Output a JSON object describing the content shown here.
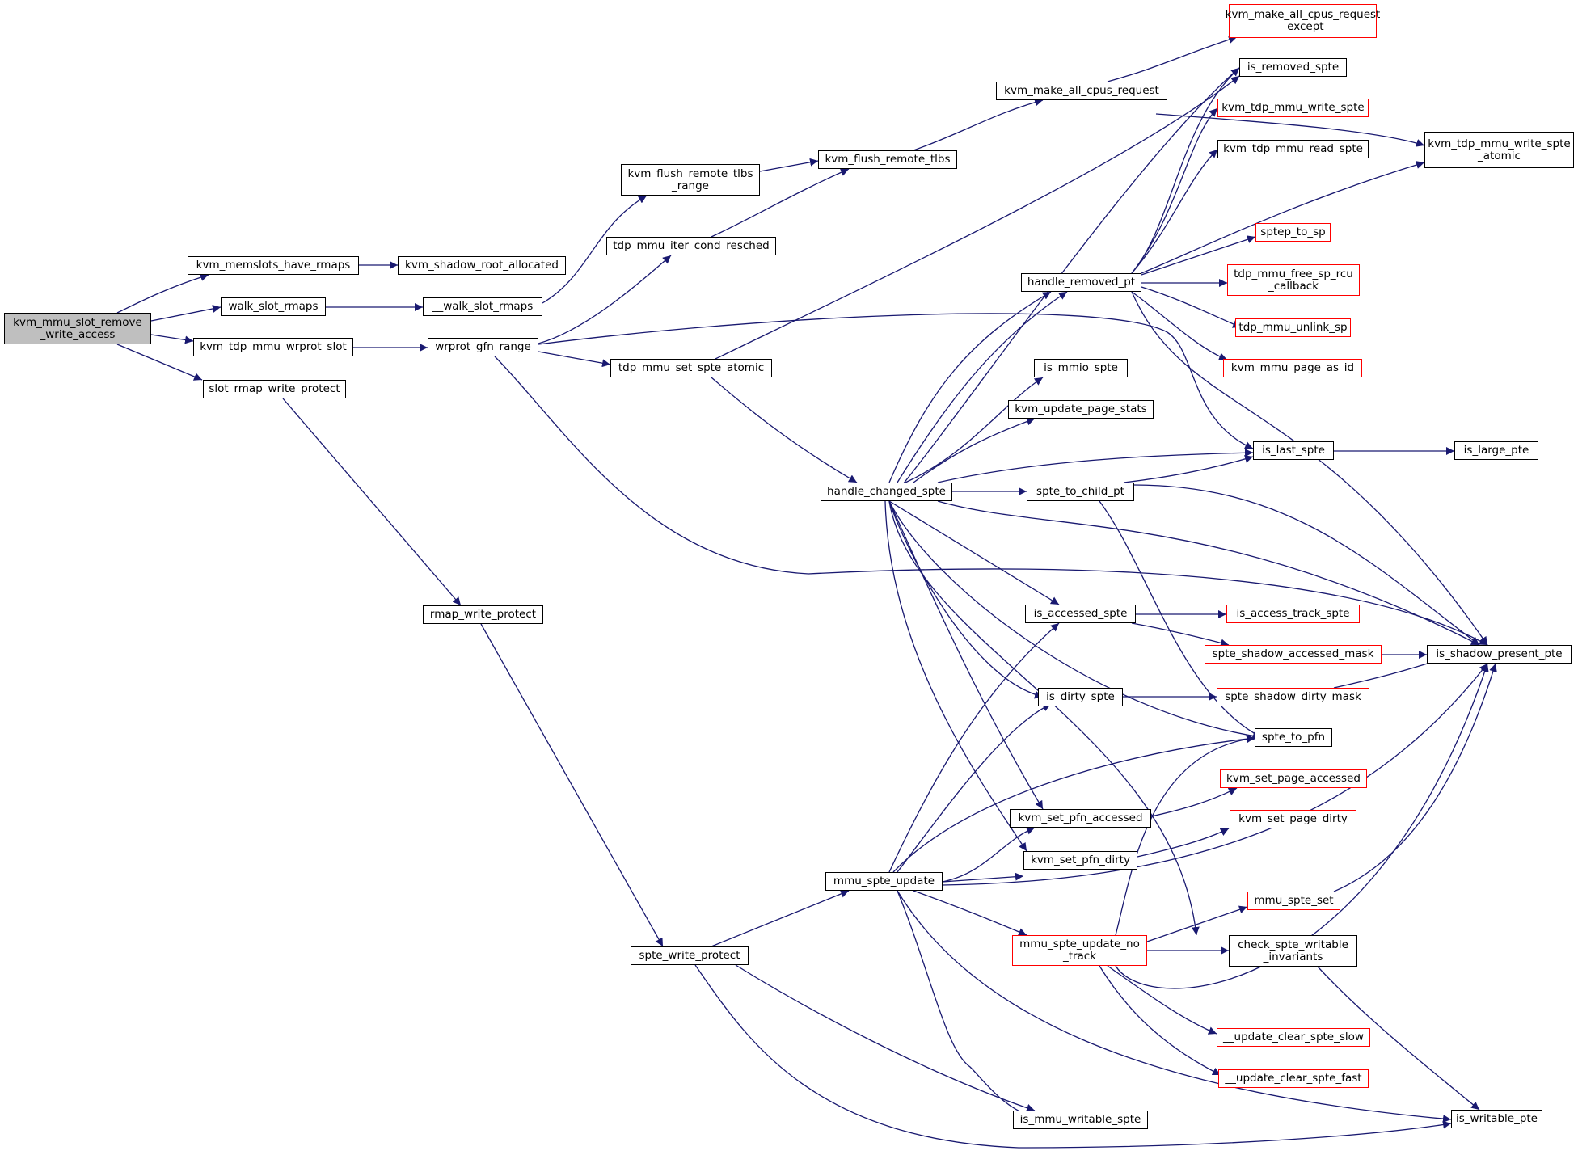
{
  "colors": {
    "edge": "#191970",
    "box_border": "#000000",
    "truncated_border": "#ff0000",
    "root_fill": "#bfbfbf"
  },
  "nodes": {
    "root": "kvm_mmu_slot_remove\n_write_access",
    "memslots_have_rmaps": "kvm_memslots_have_rmaps",
    "shadow_root_allocated": "kvm_shadow_root_allocated",
    "walk_slot_rmaps": "walk_slot_rmaps",
    "walk_slot_rmaps_inner": "__walk_slot_rmaps",
    "tdp_mmu_wrprot_slot": "kvm_tdp_mmu_wrprot_slot",
    "wrprot_gfn_range": "wrprot_gfn_range",
    "slot_rmap_write_protect": "slot_rmap_write_protect",
    "rmap_write_protect": "rmap_write_protect",
    "spte_write_protect": "spte_write_protect",
    "flush_remote_tlbs_range": "kvm_flush_remote_tlbs\n_range",
    "tdp_mmu_iter_cond_resched": "tdp_mmu_iter_cond_resched",
    "flush_remote_tlbs": "kvm_flush_remote_tlbs",
    "make_all_cpus_request": "kvm_make_all_cpus_request",
    "make_all_cpus_request_except": "kvm_make_all_cpus_request\n_except",
    "tdp_mmu_set_spte_atomic": "tdp_mmu_set_spte_atomic",
    "handle_changed_spte": "handle_changed_spte",
    "handle_removed_pt": "handle_removed_pt",
    "is_removed_spte": "is_removed_spte",
    "tdp_mmu_write_spte": "kvm_tdp_mmu_write_spte",
    "tdp_mmu_read_spte": "kvm_tdp_mmu_read_spte",
    "tdp_mmu_write_spte_atomic": "kvm_tdp_mmu_write_spte\n_atomic",
    "sptep_to_sp": "sptep_to_sp",
    "tdp_mmu_free_sp_rcu_callback": "tdp_mmu_free_sp_rcu\n_callback",
    "tdp_mmu_unlink_sp": "tdp_mmu_unlink_sp",
    "mmu_page_as_id": "kvm_mmu_page_as_id",
    "is_mmio_spte": "is_mmio_spte",
    "update_page_stats": "kvm_update_page_stats",
    "is_last_spte": "is_last_spte",
    "is_large_pte": "is_large_pte",
    "spte_to_child_pt": "spte_to_child_pt",
    "is_accessed_spte": "is_accessed_spte",
    "is_access_track_spte": "is_access_track_spte",
    "spte_shadow_accessed_mask": "spte_shadow_accessed_mask",
    "is_shadow_present_pte": "is_shadow_present_pte",
    "is_dirty_spte": "is_dirty_spte",
    "spte_shadow_dirty_mask": "spte_shadow_dirty_mask",
    "spte_to_pfn": "spte_to_pfn",
    "set_page_accessed": "kvm_set_page_accessed",
    "set_pfn_accessed": "kvm_set_pfn_accessed",
    "set_page_dirty": "kvm_set_page_dirty",
    "set_pfn_dirty": "kvm_set_pfn_dirty",
    "mmu_spte_update": "mmu_spte_update",
    "mmu_spte_set": "mmu_spte_set",
    "mmu_spte_update_no_track": "mmu_spte_update_no\n_track",
    "check_spte_writable_invariants": "check_spte_writable\n_invariants",
    "update_clear_spte_slow": "__update_clear_spte_slow",
    "update_clear_spte_fast": "__update_clear_spte_fast",
    "is_mmu_writable_spte": "is_mmu_writable_spte",
    "is_writable_pte": "is_writable_pte"
  }
}
